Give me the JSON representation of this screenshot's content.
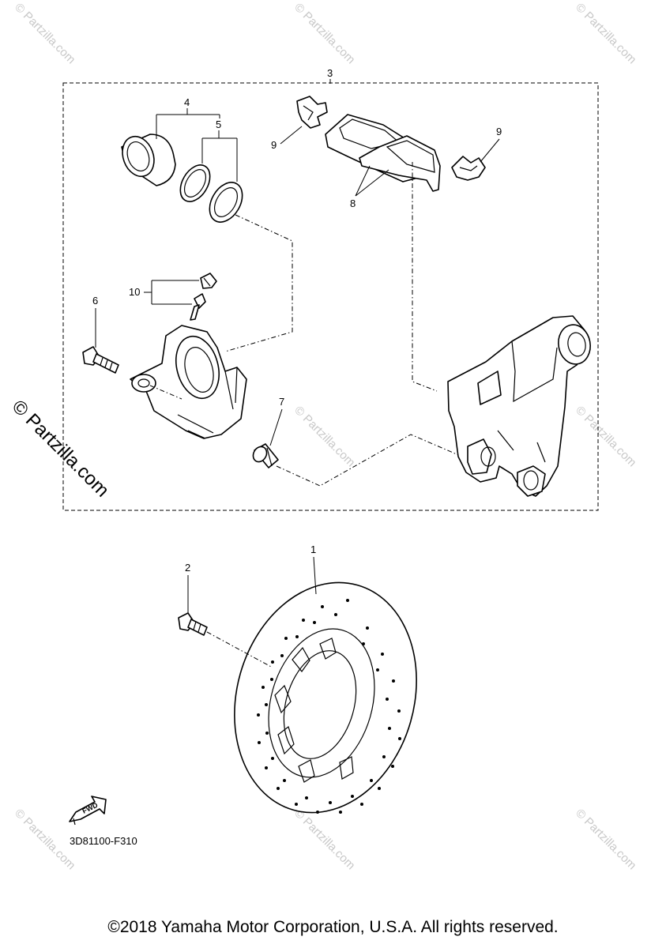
{
  "callouts": {
    "c1": "1",
    "c2": "2",
    "c3": "3",
    "c4": "4",
    "c5": "5",
    "c6": "6",
    "c7": "7",
    "c8": "8",
    "c9a": "9",
    "c9b": "9",
    "c10": "10"
  },
  "fwd_label": "FWD",
  "diagram_code": "3D81100-F310",
  "copyright": "©2018 Yamaha Motor Corporation, U.S.A. All rights reserved.",
  "watermark": {
    "main": "© Partzilla.com",
    "repeat": "© Partzilla.com"
  },
  "icons": {
    "fwd_arrow": "fwd-arrow-icon"
  }
}
